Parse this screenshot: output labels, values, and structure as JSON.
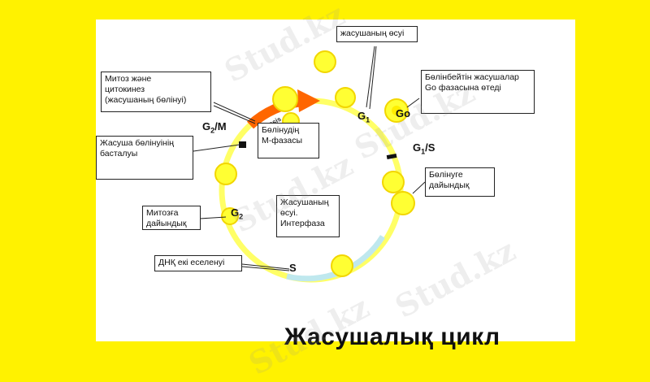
{
  "title": "Жасушалық цикл",
  "labels": {
    "cell_growth_top": "жасушаның өсуі",
    "mitosis_cytokinesis": "Митоз және\nцитокинез\n(жасушаның бөлінуі)",
    "non_dividing_cells": "Бөлінбейтін жасушалар\nGo фазасына өтеді",
    "division_start": "Жасуша бөлінуінің\nбасталуы",
    "m_phase": "Бөлінудің\nМ-фазасы",
    "prep_division": "Бөлінуге\nдайындық",
    "prep_mitosis": "Митозға\nдайындық",
    "interphase": "Жасушаның\nөсуі.\nИнтерфаза",
    "dna_doubling": "ДНҚ екі еселенуі",
    "mitosis_arc": "Mitosis"
  },
  "phases": {
    "g1": "G",
    "g1_sub": "1",
    "g0": "Go",
    "g1s": "G",
    "g1s_sub": "1",
    "g1s_suffix": "/S",
    "g2m": "G",
    "g2m_sub": "2",
    "g2m_suffix": "/M",
    "g2": "G",
    "g2_sub": "2",
    "s": "S"
  },
  "watermark": "Stud.kz",
  "colors": {
    "background": "#fff200",
    "cycle_ring": "#ffff66",
    "cell_blob": "#ffff33",
    "s_phase_arc": "#bfe8ee",
    "mitosis_arc": "#ff6600"
  }
}
